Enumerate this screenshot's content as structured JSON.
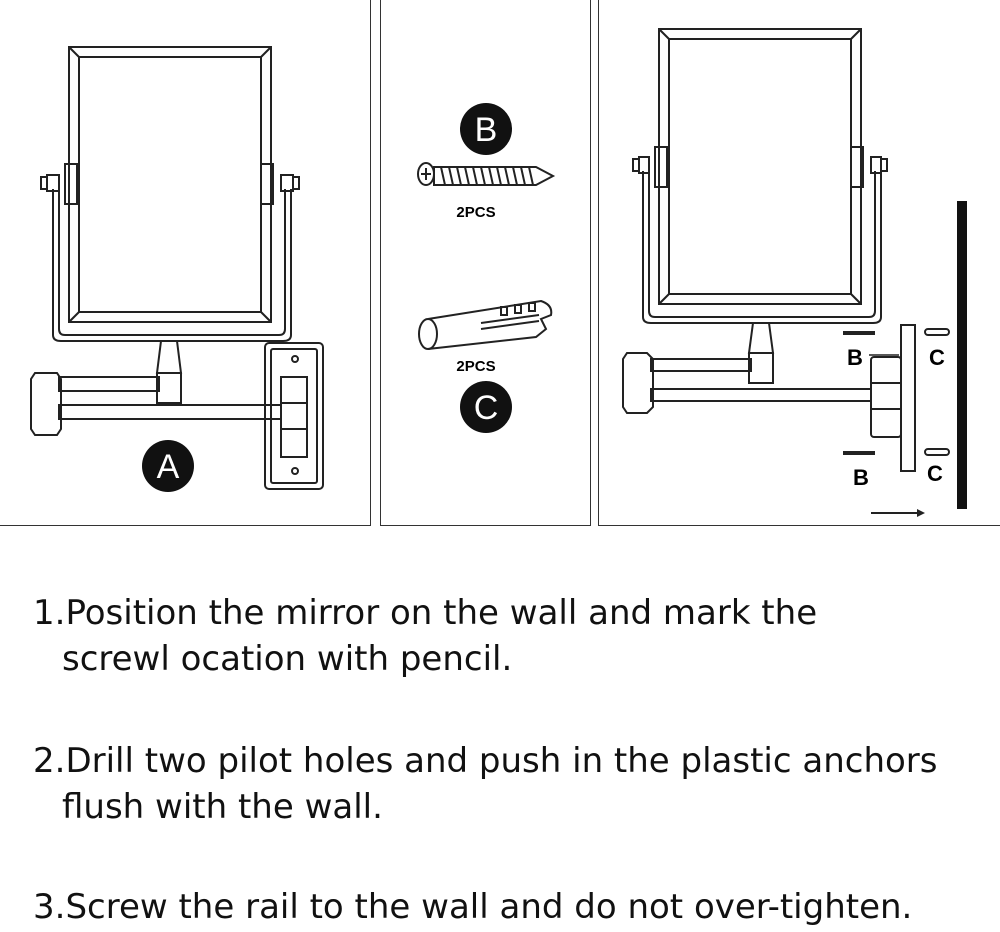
{
  "panels": {
    "mirror_part": {
      "badge": "A"
    },
    "screw_part": {
      "badge": "B",
      "qty": "2PCS"
    },
    "anchor_part": {
      "badge": "C",
      "qty": "2PCS"
    },
    "assembly": {
      "label_b_top": "B",
      "label_c_top": "C",
      "label_b_bottom": "B",
      "label_c_bottom": "C"
    }
  },
  "steps": [
    {
      "line1": "1.Position the mirror on the wall and mark the",
      "line2": "screwl ocation with pencil."
    },
    {
      "line1": "2.Drill two pilot holes and push in the plastic anchors",
      "line2": "flush with the wall."
    },
    {
      "line1": "3.Screw the rail to the wall and do not over-tighten."
    }
  ]
}
